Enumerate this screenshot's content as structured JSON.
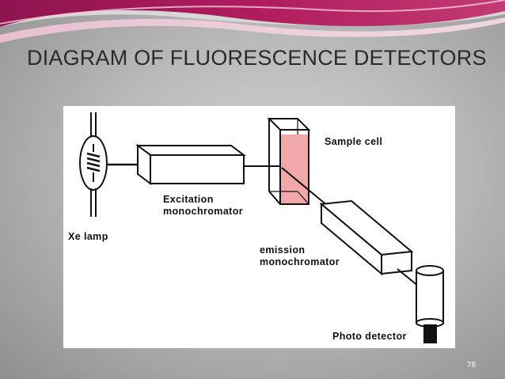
{
  "slide": {
    "title": "DIAGRAM OF FLUORESCENCE DETECTORS",
    "page_number": "78"
  },
  "diagram": {
    "labels": {
      "xe_lamp": "Xe lamp",
      "excitation_line1": "Excitation",
      "excitation_line2": "monochromator",
      "sample_cell": "Sample cell",
      "emission_line1": "emission",
      "emission_line2": "monochromator",
      "photo_detector": "Photo detector"
    },
    "colors": {
      "sample_fill": "#f0a8a8",
      "banner_primary": "#b01c5c",
      "banner_secondary": "#e7b4cc"
    }
  }
}
